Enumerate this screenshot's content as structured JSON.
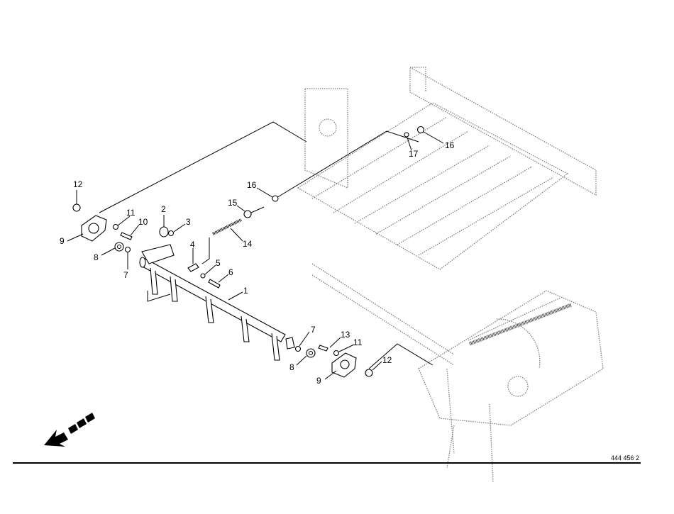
{
  "drawing": {
    "reference_number": "444 456 2",
    "callouts": [
      "12",
      "11",
      "10",
      "9",
      "8",
      "7",
      "2",
      "3",
      "4",
      "5",
      "6",
      "14",
      "15",
      "16",
      "17",
      "16",
      "1",
      "7",
      "13",
      "11",
      "8",
      "9",
      "12"
    ],
    "direction_icon": "travel-direction-arrow-icon"
  }
}
